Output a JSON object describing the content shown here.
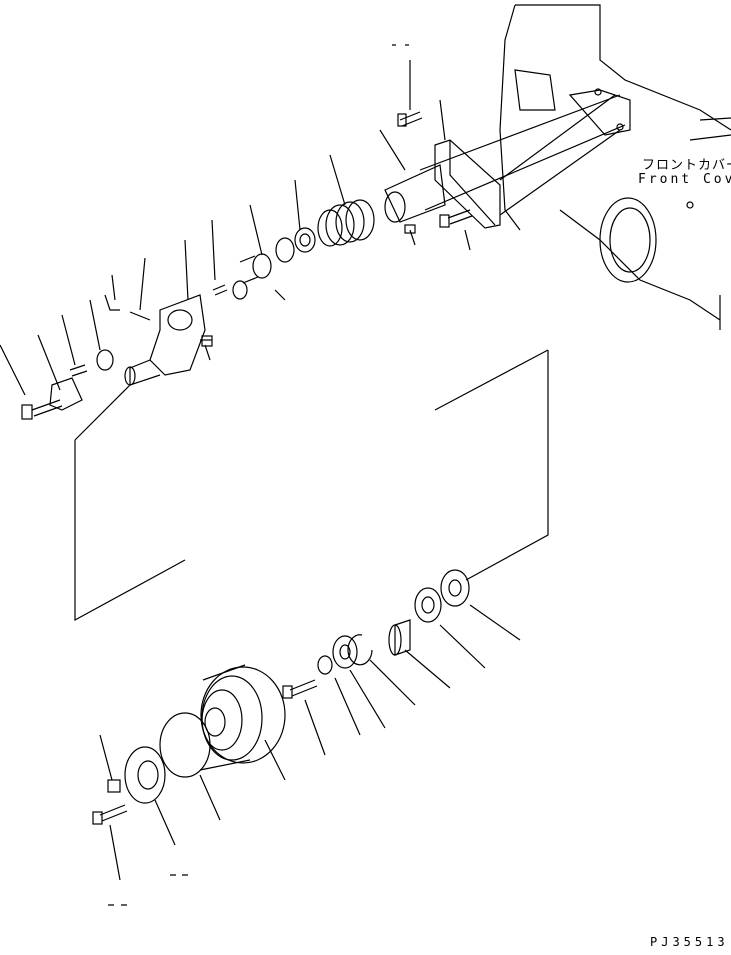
{
  "labels": {
    "front_cover_jp": "フロントカバー",
    "front_cover_en": "Front Cover"
  },
  "drawing_number": "PJ35513"
}
